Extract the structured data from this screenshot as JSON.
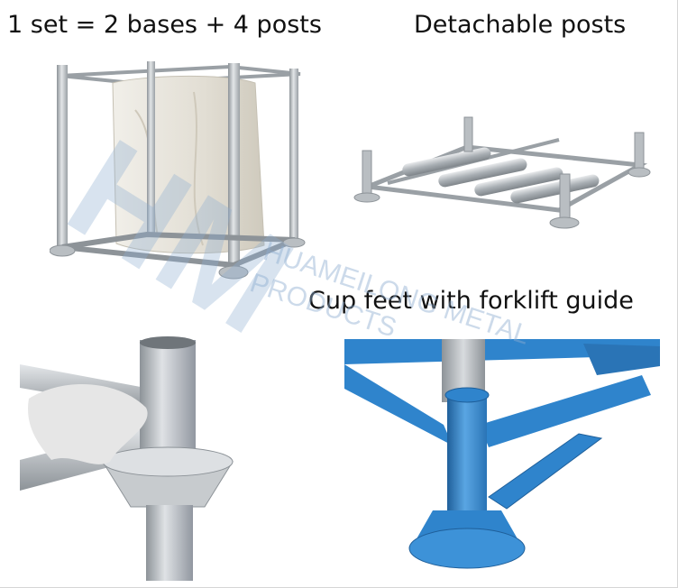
{
  "captions": {
    "set_composition": "1 set = 2 bases + 4 posts",
    "detachable": "Detachable posts",
    "cup_feet": "Cup feet with forklift guide"
  },
  "watermark": {
    "monogram": "HM",
    "company_line_1": "HUAMEILONG METAL",
    "company_line_2": "PRODUCTS"
  },
  "colors": {
    "galvanized": "#b9bec2",
    "galvanized_dark": "#8d9398",
    "galvanized_light": "#e3e6e8",
    "bag": "#e7e4dc",
    "blue_paint": "#2f84cc",
    "blue_dark": "#1f5f9a",
    "blue_light": "#5aa6e3",
    "watermark": "#8faed0"
  },
  "panels": [
    {
      "name": "stacking-rack-with-bulk-bag",
      "subject": "galvanized stillage frame holding a white bulk bag"
    },
    {
      "name": "detached-base-and-posts",
      "subject": "base frame with posts removed"
    },
    {
      "name": "cup-foot-closeup",
      "subject": "galvanized post seated in cup foot"
    },
    {
      "name": "blue-cup-foot-forklift-guide",
      "subject": "blue painted cup foot with forklift guide"
    }
  ]
}
